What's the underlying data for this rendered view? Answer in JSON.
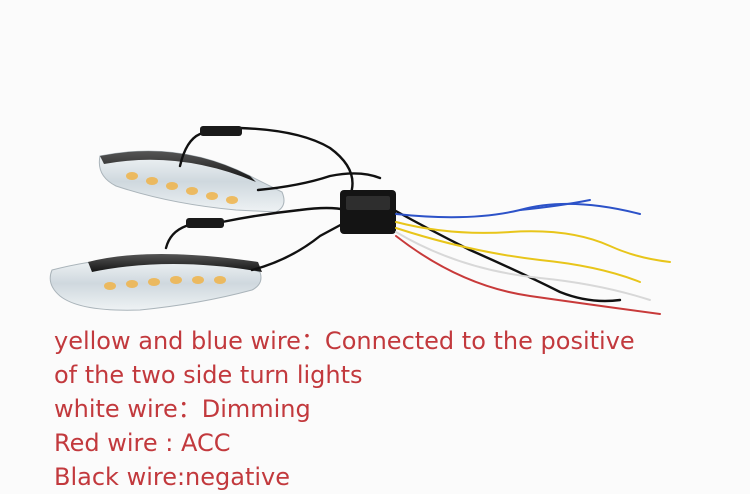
{
  "caption": {
    "lines": [
      "yellow and blue wire：Connected to the positive",
      "of the two side turn lights",
      "white wire：Dimming",
      "Red wire : ACC",
      "Black wire:negative"
    ]
  },
  "colors": {
    "caption_text": "#c2393d",
    "background": "#fbfbfb",
    "wire_black": "#111111",
    "wire_yellow": "#e8c51a",
    "wire_blue": "#2c52c8",
    "wire_white": "#d8d8d8",
    "wire_red": "#c83a3a",
    "lamp_lens": "#dfe6ea",
    "lamp_housing": "#2a2a2a",
    "led_amber": "#f0b44a"
  }
}
